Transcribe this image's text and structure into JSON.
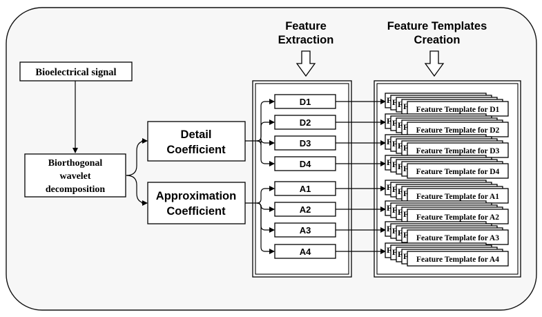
{
  "headers": {
    "feature_extraction": [
      "Feature",
      "Extraction"
    ],
    "feature_templates_creation": [
      "Feature Templates",
      "Creation"
    ]
  },
  "input_box": "Bioelectrical signal",
  "decomposition_box": [
    "Biorthogonal",
    "wavelet",
    "decomposition"
  ],
  "detail_box": [
    "Detail",
    "Coefficient"
  ],
  "approximation_box": [
    "Approximation",
    "Coefficient"
  ],
  "coefficients": [
    "D1",
    "D2",
    "D3",
    "D4",
    "A1",
    "A2",
    "A3",
    "A4"
  ],
  "template_stack_letter": "F",
  "templates": [
    "Feature Template for D1",
    "Feature Template for D2",
    "Feature Template for D3",
    "Feature Template for D4",
    "Feature Template for A1",
    "Feature Template for A2",
    "Feature Template for A3",
    "Feature Template for A4"
  ],
  "colors": {
    "background": "#ffffff",
    "outer_frame": "#f7f7f7",
    "stroke": "#000000"
  }
}
